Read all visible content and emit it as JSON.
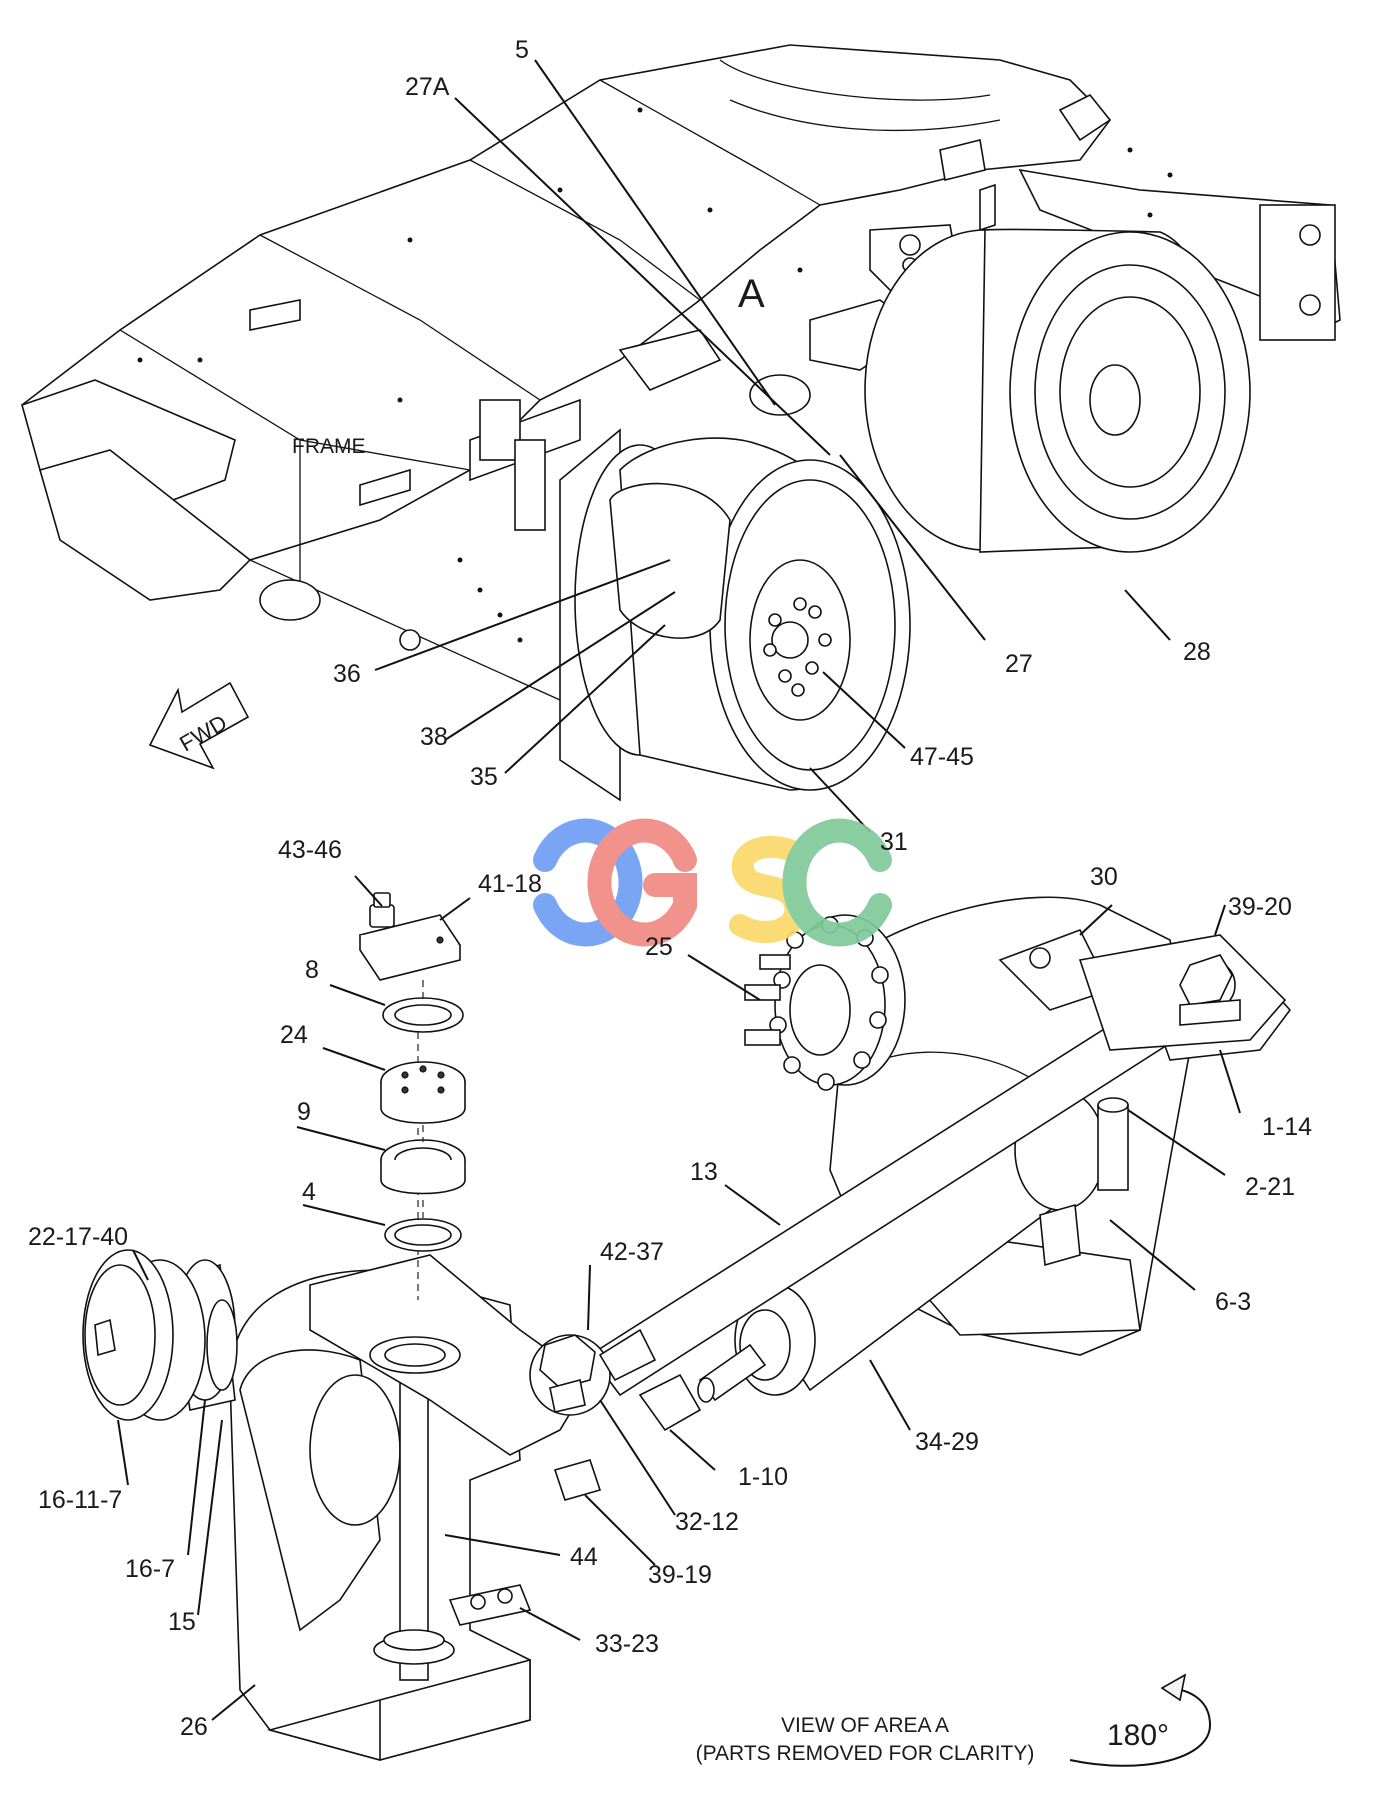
{
  "diagram": {
    "callouts": [
      {
        "id": "c5",
        "text": "5"
      },
      {
        "id": "c27a",
        "text": "27A"
      },
      {
        "id": "c27",
        "text": "27"
      },
      {
        "id": "c28",
        "text": "28"
      },
      {
        "id": "c36",
        "text": "36"
      },
      {
        "id": "c38",
        "text": "38"
      },
      {
        "id": "c35",
        "text": "35"
      },
      {
        "id": "c4745",
        "text": "47-45"
      },
      {
        "id": "c31",
        "text": "31"
      },
      {
        "id": "c4346",
        "text": "43-46"
      },
      {
        "id": "c4118",
        "text": "41-18"
      },
      {
        "id": "c8",
        "text": "8"
      },
      {
        "id": "c24",
        "text": "24"
      },
      {
        "id": "c9",
        "text": "9"
      },
      {
        "id": "c4",
        "text": "4"
      },
      {
        "id": "c30",
        "text": "30"
      },
      {
        "id": "c3920",
        "text": "39-20"
      },
      {
        "id": "c25",
        "text": "25"
      },
      {
        "id": "c114",
        "text": "1-14"
      },
      {
        "id": "c221",
        "text": "2-21"
      },
      {
        "id": "c13",
        "text": "13"
      },
      {
        "id": "c63",
        "text": "6-3"
      },
      {
        "id": "c221740",
        "text": "22-17-40"
      },
      {
        "id": "c4237",
        "text": "42-37"
      },
      {
        "id": "c3429",
        "text": "34-29"
      },
      {
        "id": "c110",
        "text": "1-10"
      },
      {
        "id": "c16117",
        "text": "16-11-7"
      },
      {
        "id": "c3212",
        "text": "32-12"
      },
      {
        "id": "c167",
        "text": "16-7"
      },
      {
        "id": "c44",
        "text": "44"
      },
      {
        "id": "c3919",
        "text": "39-19"
      },
      {
        "id": "c15",
        "text": "15"
      },
      {
        "id": "c3323",
        "text": "33-23"
      },
      {
        "id": "c26",
        "text": "26"
      }
    ],
    "frame_label": "FRAME",
    "area_label": "A",
    "fwd_label": "FWD",
    "view_caption_line1": "VIEW OF AREA A",
    "view_caption_line2": "(PARTS REMOVED FOR CLARITY)",
    "rotation_label": "180°",
    "watermark": {
      "letters": [
        "C",
        "G",
        "S",
        "C"
      ],
      "colors": [
        "#6f9ef5",
        "#f08a83",
        "#fbd96b",
        "#7fc99a"
      ]
    }
  }
}
